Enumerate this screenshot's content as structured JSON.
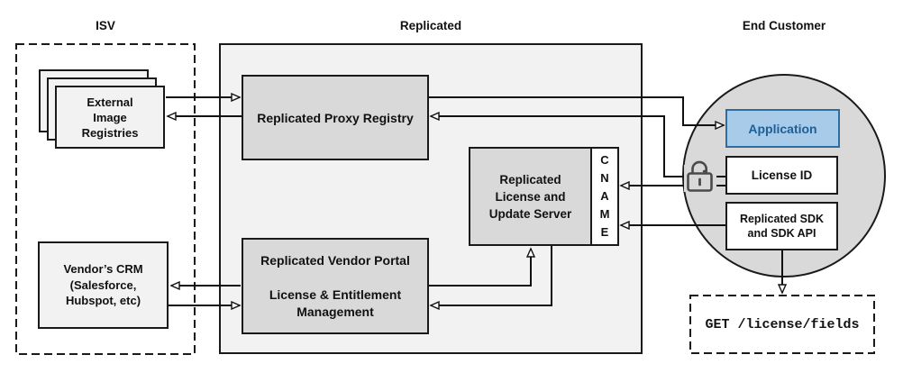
{
  "sections": {
    "isv": {
      "label": "ISV"
    },
    "replicated": {
      "label": "Replicated"
    },
    "end_customer": {
      "label": "End Customer"
    }
  },
  "isv": {
    "external_registries": {
      "label": "External\nImage\nRegistries"
    },
    "vendors_crm": {
      "label": "Vendor’s CRM\n(Salesforce,\nHubspot, etc)"
    }
  },
  "replicated": {
    "proxy_registry": {
      "label": "Replicated Proxy Registry"
    },
    "license_update_server": {
      "label": "Replicated\nLicense and\nUpdate Server"
    },
    "cname": {
      "label": "C\nN\nA\nM\nE"
    },
    "vendor_portal": {
      "label": "Replicated Vendor Portal\n\nLicense & Entitlement\nManagement"
    }
  },
  "end_customer": {
    "application": {
      "label": "Application"
    },
    "license_id": {
      "label": "License ID"
    },
    "sdk": {
      "label": "Replicated SDK\nand SDK API"
    },
    "api_request": {
      "label": "GET /license/fields"
    }
  },
  "icons": {
    "lock": "open-padlock"
  },
  "colors": {
    "container_gray": "#f2f2f2",
    "box_gray": "#d9d9d9",
    "light_box": "#f2f2f2",
    "accent_blue_fill": "#a8cbe9",
    "accent_blue_border": "#2d6da3",
    "accent_blue_text": "#1d6097",
    "line_black": "#111111",
    "lock_gray": "#4a4a4a"
  },
  "arrows": [
    {
      "from": "external-image-registries",
      "to": "replicated-proxy-registry"
    },
    {
      "from": "replicated-proxy-registry",
      "to": "external-image-registries"
    },
    {
      "from": "replicated-proxy-registry",
      "to": "application"
    },
    {
      "from": "license-id",
      "to": "replicated-proxy-registry",
      "via": "lock"
    },
    {
      "from": "license-id",
      "to": "cname"
    },
    {
      "from": "replicated-sdk-and-sdk-api",
      "to": "cname"
    },
    {
      "from": "vendor-portal",
      "to": "license-update-server"
    },
    {
      "from": "license-update-server",
      "to": "vendor-portal"
    },
    {
      "from": "vendor-portal",
      "to": "vendors-crm"
    },
    {
      "from": "vendors-crm",
      "to": "vendor-portal"
    },
    {
      "from": "replicated-sdk-and-sdk-api",
      "to": "get-license-fields"
    }
  ]
}
